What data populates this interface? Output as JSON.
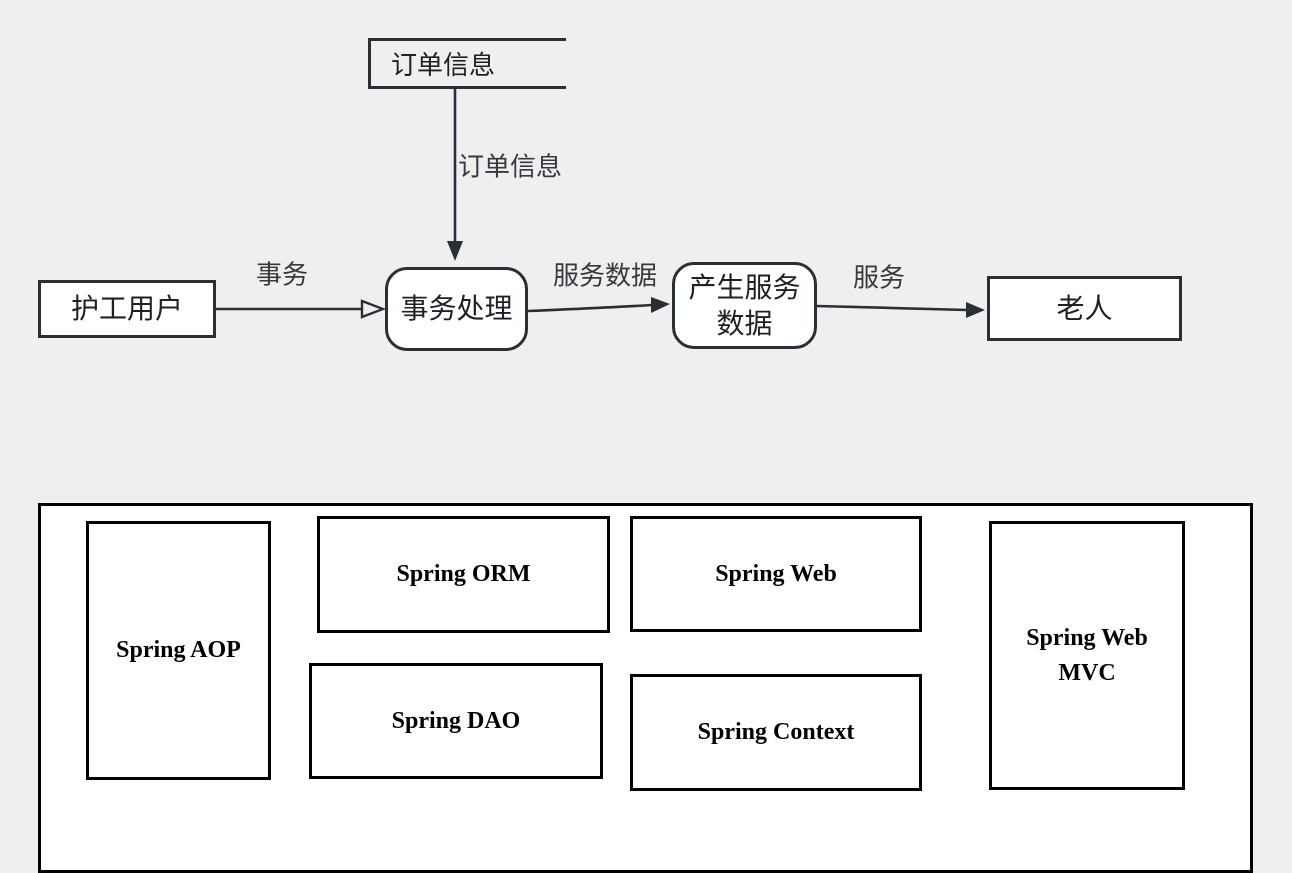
{
  "flow": {
    "datastore": {
      "label": "订单信息"
    },
    "nodes": {
      "caregiver": {
        "label": "护工用户"
      },
      "process": {
        "label": "事务处理"
      },
      "generate": {
        "line1": "产生服务",
        "line2": "数据"
      },
      "elder": {
        "label": "老人"
      }
    },
    "edges": {
      "order_info": {
        "label": "订单信息"
      },
      "transaction": {
        "label": "事务"
      },
      "service_data": {
        "label": "服务数据"
      },
      "service": {
        "label": "服务"
      }
    }
  },
  "spring": {
    "modules": [
      {
        "id": "aop",
        "label": "Spring AOP"
      },
      {
        "id": "orm",
        "label": "Spring ORM"
      },
      {
        "id": "web",
        "label": "Spring Web"
      },
      {
        "id": "dao",
        "label": "Spring DAO"
      },
      {
        "id": "context",
        "label": "Spring Context"
      },
      {
        "id": "webmvc",
        "label": "Spring Web MVC"
      }
    ]
  },
  "colors": {
    "background": "#efefef",
    "flow_stroke": "#2a2f35",
    "spring_stroke": "#000000",
    "shape_fill": "#ffffff"
  }
}
